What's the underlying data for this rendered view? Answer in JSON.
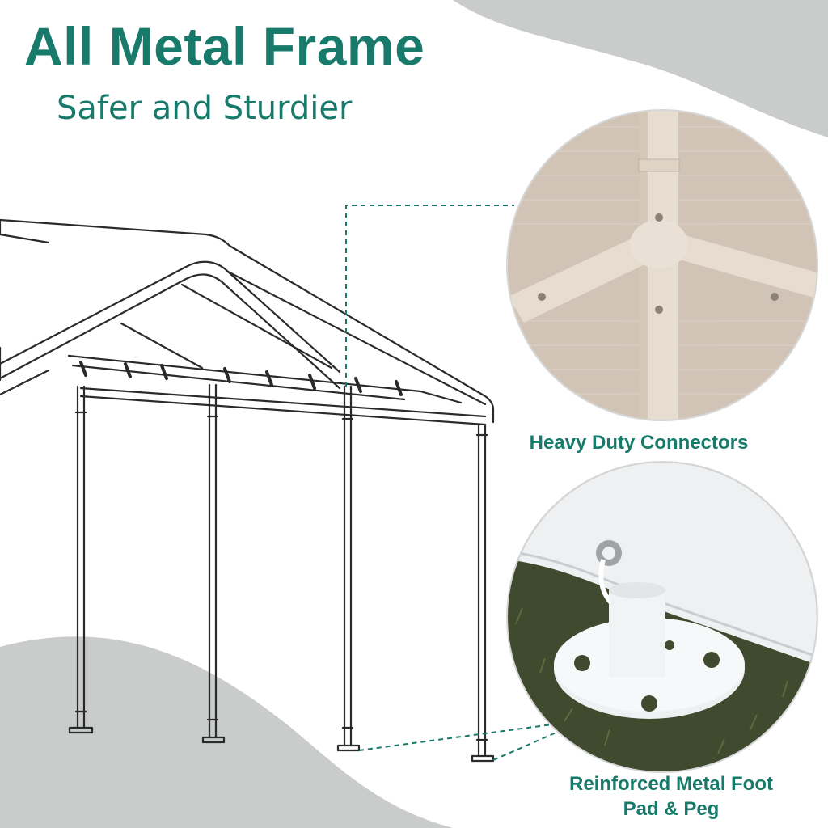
{
  "headline": {
    "title": "All Metal Frame",
    "subtitle": "Safer and Sturdier"
  },
  "callouts": [
    {
      "label": "Heavy Duty  Connectors"
    },
    {
      "label_line1": "Reinforced Metal Foot",
      "label_line2": "Pad & Peg"
    }
  ],
  "colors": {
    "brand_green": "#177a6a",
    "background_wave": "#c9ccca",
    "frame_stroke": "#2a2a2a"
  },
  "icons": [
    "canopy-frame-illustration",
    "connector-closeup-photo",
    "foot-pad-closeup-photo"
  ]
}
